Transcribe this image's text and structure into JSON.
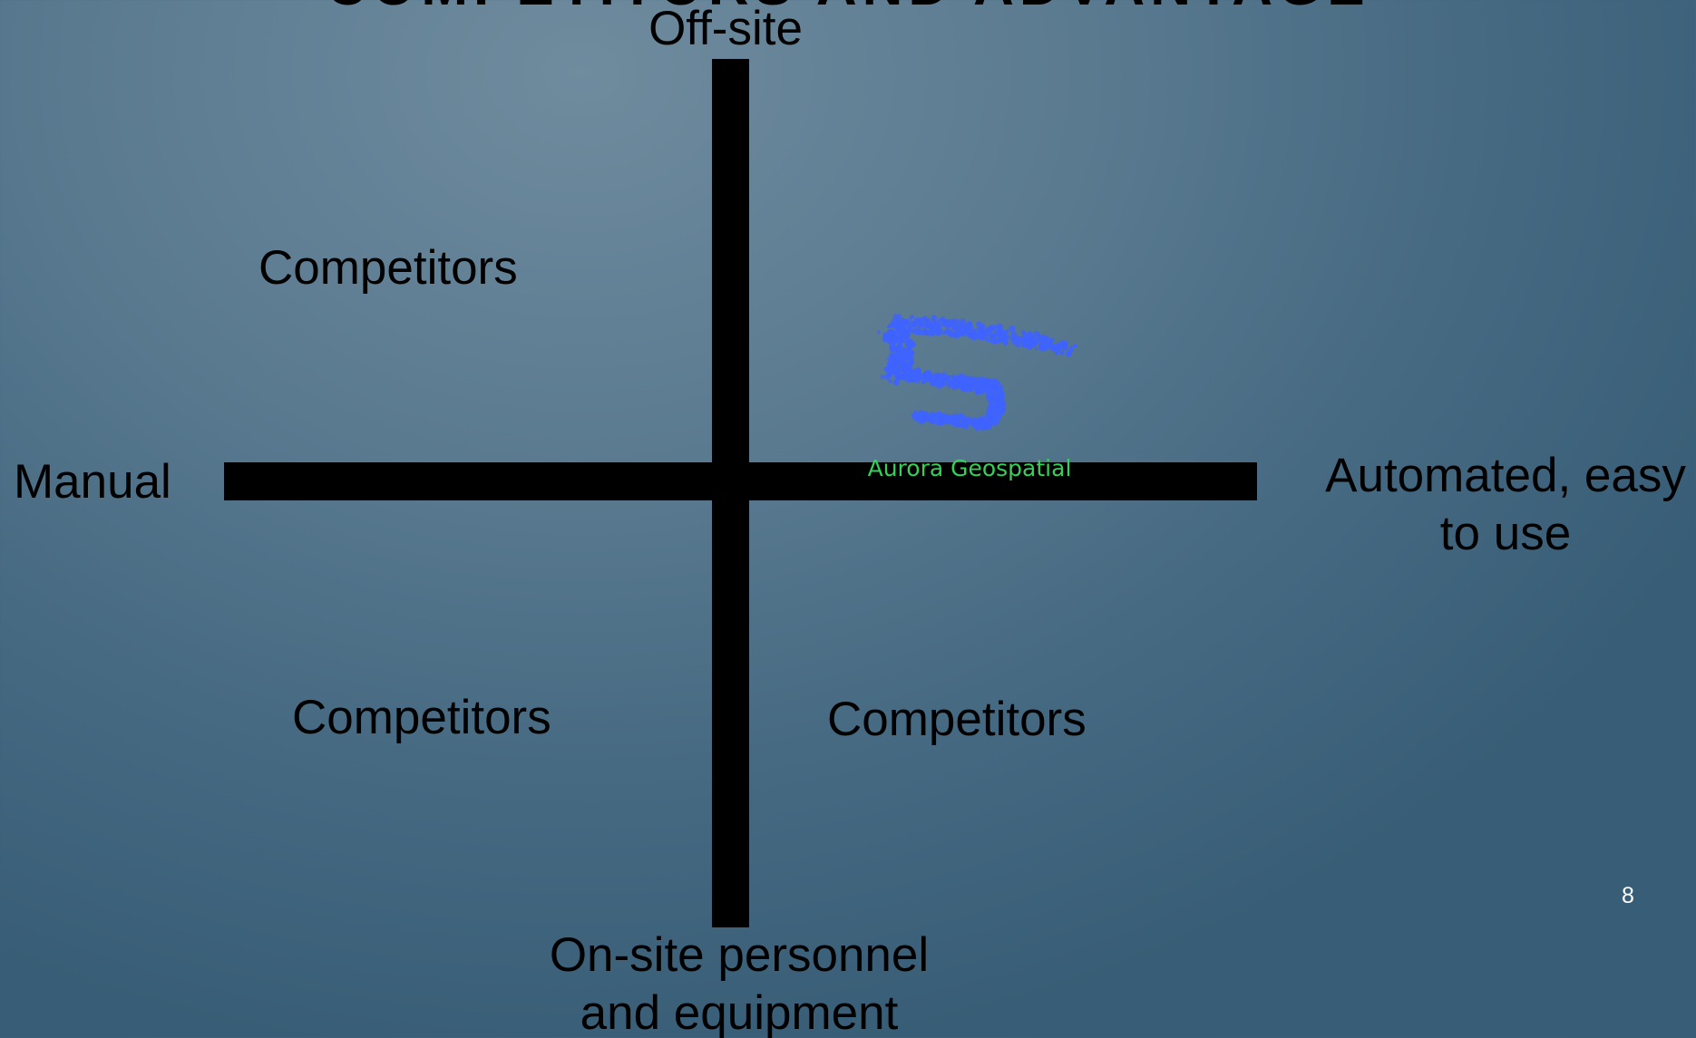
{
  "slide": {
    "title": "COMPETITORS AND ADVANTAGE",
    "page_number": "8"
  },
  "axes": {
    "top": "Off-site",
    "bottom_line1": "On-site personnel",
    "bottom_line2": "and equipment",
    "left": "Manual",
    "right_line1": "Automated, easy",
    "right_line2": "to use"
  },
  "quadrants": {
    "top_left": "Competitors",
    "bottom_left": "Competitors",
    "bottom_right": "Competitors"
  },
  "logo": {
    "name": "Aurora Geospatial",
    "icon": "point-cloud-s-logo-icon",
    "dot_color": "#3f63ff",
    "text_color": "#33d15a"
  },
  "colors": {
    "background": "#5a7a90",
    "axis": "#000000",
    "text": "#000000",
    "page_number": "#ffffff"
  }
}
